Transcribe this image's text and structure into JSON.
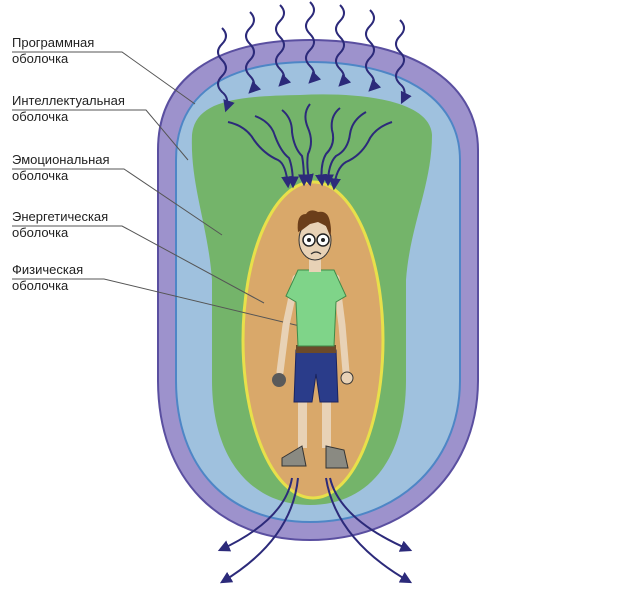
{
  "layers": [
    {
      "line1": "Программная",
      "line2": "оболочка"
    },
    {
      "line1": "Интеллектуальная",
      "line2": "оболочка"
    },
    {
      "line1": "Эмоциональная",
      "line2": "оболочка"
    },
    {
      "line1": "Энергетическая",
      "line2": "оболочка"
    },
    {
      "line1": "Физическая",
      "line2": "оболочка"
    }
  ],
  "colors": {
    "program_shell": "#9d92cc",
    "program_stroke": "#5a4fa0",
    "intellect_shell": "#9fc1de",
    "intellect_stroke": "#4e86c6",
    "emotion_shell": "#74b46a",
    "energy_shell": "#d9a86a",
    "energy_stroke": "#e8e04a",
    "arrow": "#2c2a7a",
    "leader_line": "#555555"
  }
}
